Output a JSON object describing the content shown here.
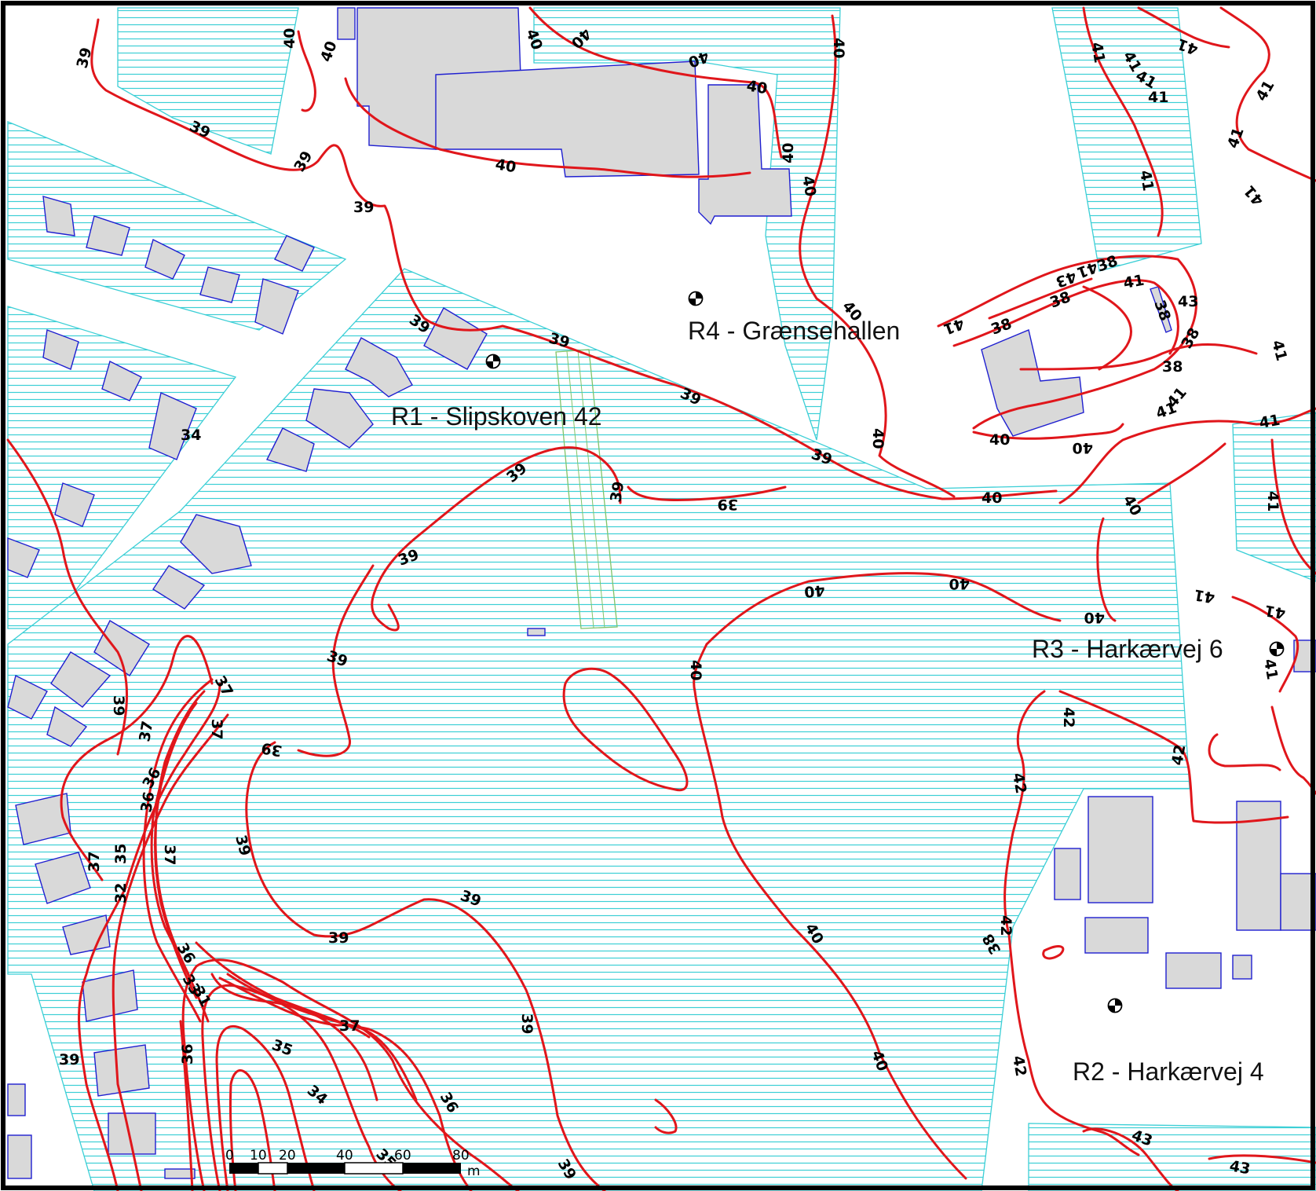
{
  "map": {
    "colors": {
      "contour": "#e0161b",
      "hatch": "#3ccfd6",
      "building_fill": "#d9d9d9",
      "building_stroke": "#1f1fd0",
      "transect": "#7fc46a"
    },
    "receivers": [
      {
        "id": "R1",
        "label": "R1 - Slipskoven 42",
        "icon": "receiver-point-icon"
      },
      {
        "id": "R2",
        "label": "R2 - Harkærvej 4",
        "icon": "receiver-point-icon"
      },
      {
        "id": "R3",
        "label": "R3 - Harkærvej 6",
        "icon": "receiver-point-icon"
      },
      {
        "id": "R4",
        "label": "R4 - Grænsehallen",
        "icon": "receiver-point-icon"
      }
    ],
    "contour_labels": [
      "39",
      "39",
      "39",
      "39",
      "39",
      "39",
      "39",
      "39",
      "39",
      "39",
      "39",
      "39",
      "39",
      "39",
      "39",
      "39",
      "39",
      "39",
      "39",
      "39",
      "39",
      "40",
      "40",
      "40",
      "40",
      "40",
      "40",
      "40",
      "40",
      "40",
      "40",
      "40",
      "40",
      "40",
      "40",
      "40",
      "40",
      "40",
      "40",
      "40",
      "40",
      "40",
      "40",
      "41",
      "41",
      "41",
      "41",
      "41",
      "41",
      "41",
      "41",
      "41",
      "41",
      "41",
      "41",
      "41",
      "41",
      "41",
      "41",
      "41",
      "41",
      "41",
      "41",
      "42",
      "42",
      "42",
      "42",
      "42",
      "43",
      "43",
      "43",
      "43",
      "38",
      "38",
      "38",
      "38",
      "38",
      "38",
      "38",
      "37",
      "37",
      "37",
      "37",
      "37",
      "37",
      "36",
      "36",
      "36",
      "36",
      "36",
      "35",
      "35",
      "35",
      "34",
      "34",
      "33",
      "32",
      "31"
    ],
    "scale_bar": {
      "ticks": [
        "0",
        "10",
        "20",
        "40",
        "60",
        "80"
      ],
      "unit": "m"
    }
  }
}
